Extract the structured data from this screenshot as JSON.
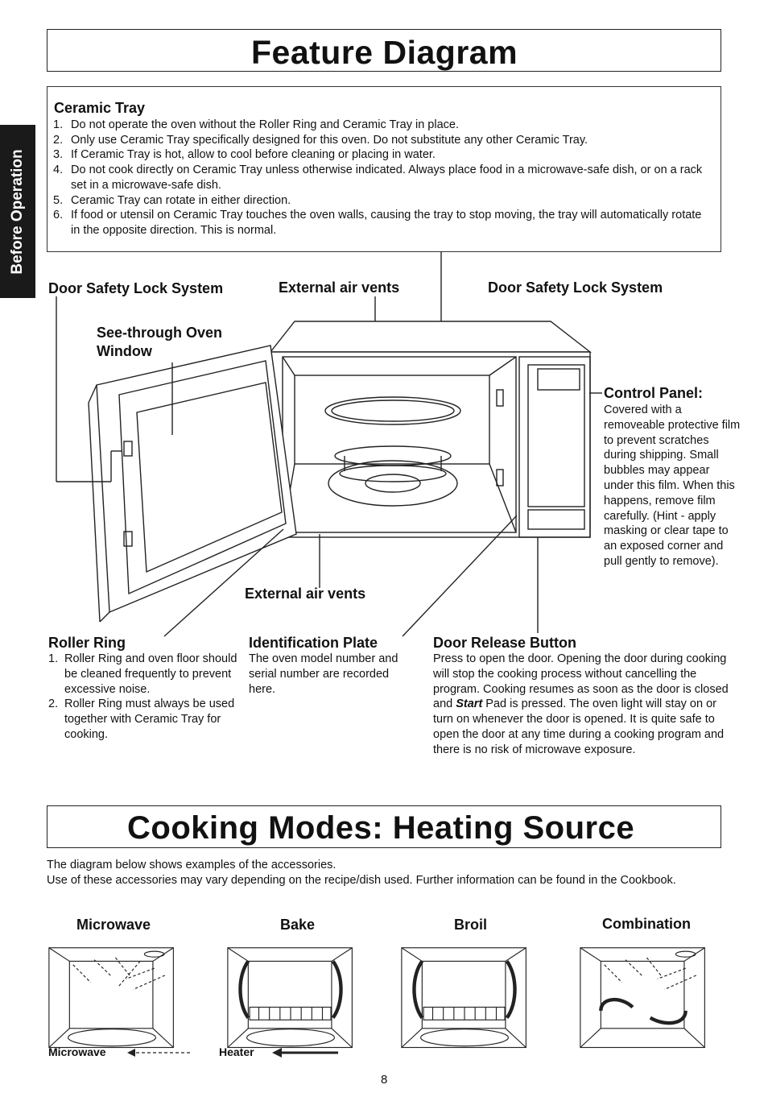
{
  "page": {
    "side_tab": "Before Operation",
    "page_number": "8"
  },
  "feature": {
    "title": "Feature Diagram",
    "ceramic_tray": {
      "heading": "Ceramic Tray",
      "items": [
        {
          "num": "1.",
          "text": "Do not operate the oven without the Roller Ring and Ceramic Tray in place."
        },
        {
          "num": "2.",
          "text": "Only use Ceramic Tray specifically designed for this oven. Do not substitute any other Ceramic Tray."
        },
        {
          "num": "3.",
          "text": "If Ceramic Tray is hot, allow to cool before cleaning or placing in water."
        },
        {
          "num": "4.",
          "text": "Do not cook directly on Ceramic Tray unless otherwise indicated. Always place food in a microwave-safe dish, or on a rack set in a microwave-safe dish."
        },
        {
          "num": "5.",
          "text": "Ceramic Tray can rotate in either direction."
        },
        {
          "num": "6.",
          "text": "If food or utensil on Ceramic Tray touches the oven walls, causing the tray to stop moving, the tray will automatically rotate in the opposite direction. This is normal."
        }
      ]
    },
    "labels": {
      "door_safety_left": "Door Safety Lock System",
      "external_vents_top": "External air vents",
      "door_safety_right": "Door Safety Lock System",
      "see_through_1": "See-through Oven",
      "see_through_2": "Window",
      "external_vents_bottom": "External air vents"
    },
    "control_panel": {
      "heading": "Control Panel:",
      "text": "Covered with a removeable protective film to prevent scratches during shipping. Small bubbles may appear under this film. When this happens, remove film carefully. (Hint - apply masking or clear tape to an exposed corner and pull gently to remove)."
    },
    "roller_ring": {
      "heading": "Roller Ring",
      "items": [
        {
          "num": "1.",
          "text": "Roller Ring and oven floor should be cleaned frequently to prevent excessive noise."
        },
        {
          "num": "2.",
          "text": "Roller Ring must always be used together with Ceramic Tray for cooking."
        }
      ]
    },
    "identification_plate": {
      "heading": "Identification Plate",
      "text": "The oven model number and serial number are recorded here."
    },
    "door_release": {
      "heading": "Door Release Button",
      "text_before": "Press to open the door. Opening the door during cooking will stop the cooking process without cancelling the program. Cooking resumes as soon as the door is closed and ",
      "text_emphasis": "Start",
      "text_after": " Pad is pressed. The oven light will stay on or turn on whenever the door is opened. It is quite safe to open the door at any time during a cooking program and there is no risk of microwave exposure."
    }
  },
  "cooking": {
    "title": "Cooking Modes: Heating Source",
    "intro": "The diagram below shows examples of the accessories.",
    "intro2": "Use of these accessories may vary depending on the recipe/dish used. Further information can be found in the Cookbook.",
    "modes": [
      "Microwave",
      "Bake",
      "Broil",
      "Combination"
    ],
    "legend": {
      "microwave": "Microwave",
      "heater": "Heater"
    }
  }
}
